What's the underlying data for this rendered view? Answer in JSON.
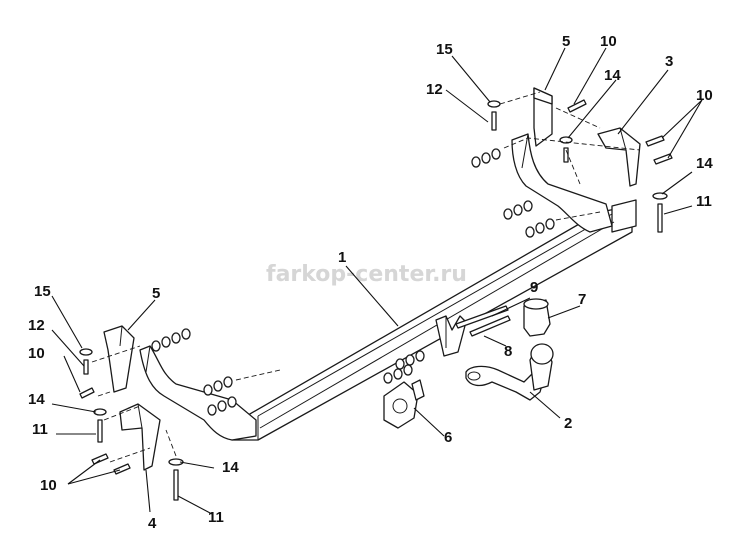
{
  "watermark": "farkop-center.ru",
  "callouts": [
    {
      "id": "c1",
      "label": "1"
    },
    {
      "id": "c2",
      "label": "2"
    },
    {
      "id": "c3",
      "label": "3"
    },
    {
      "id": "c4",
      "label": "4"
    },
    {
      "id": "c5a",
      "label": "5"
    },
    {
      "id": "c5b",
      "label": "5"
    },
    {
      "id": "c6",
      "label": "6"
    },
    {
      "id": "c7",
      "label": "7"
    },
    {
      "id": "c8",
      "label": "8"
    },
    {
      "id": "c9",
      "label": "9"
    },
    {
      "id": "c10a",
      "label": "10"
    },
    {
      "id": "c10b",
      "label": "10"
    },
    {
      "id": "c10c",
      "label": "10"
    },
    {
      "id": "c10d",
      "label": "10"
    },
    {
      "id": "c11a",
      "label": "11"
    },
    {
      "id": "c11b",
      "label": "11"
    },
    {
      "id": "c11c",
      "label": "11"
    },
    {
      "id": "c12a",
      "label": "12"
    },
    {
      "id": "c12b",
      "label": "12"
    },
    {
      "id": "c14a",
      "label": "14"
    },
    {
      "id": "c14b",
      "label": "14"
    },
    {
      "id": "c14c",
      "label": "14"
    },
    {
      "id": "c14d",
      "label": "14"
    },
    {
      "id": "c15a",
      "label": "15"
    },
    {
      "id": "c15b",
      "label": "15"
    }
  ]
}
